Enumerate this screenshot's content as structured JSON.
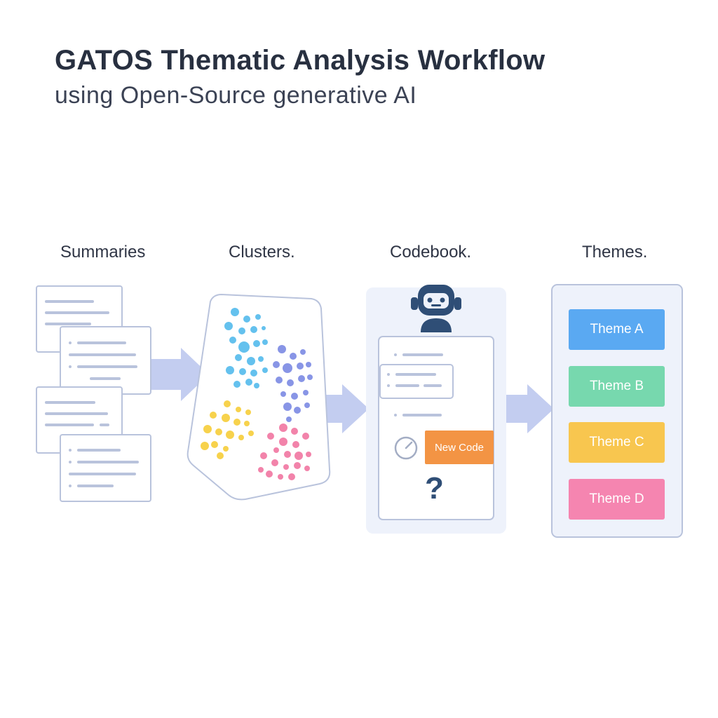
{
  "header": {
    "title": "GATOS Thematic Analysis Workflow",
    "subtitle": "using Open-Source generative AI"
  },
  "stages": [
    {
      "label": "Summaries"
    },
    {
      "label": "Clusters."
    },
    {
      "label": "Codebook."
    },
    {
      "label": "Themes."
    }
  ],
  "codebook": {
    "new_code_label": "New Code",
    "unknown_mark": "?",
    "icons": [
      "robot-headset-icon",
      "clock-icon",
      "question-mark-icon"
    ]
  },
  "themes": [
    {
      "label": "Theme A",
      "color": "#5aa9f2"
    },
    {
      "label": "Theme B",
      "color": "#77d8ae"
    },
    {
      "label": "Theme C",
      "color": "#f8c64f"
    },
    {
      "label": "Theme D",
      "color": "#f585b0"
    }
  ],
  "colors": {
    "arrow": "#c3cdf0",
    "card_border": "#b9c3dc",
    "panel_bg": "#eef2fb",
    "cluster_blue": "#64c1ee",
    "cluster_purple": "#8895e6",
    "cluster_yellow": "#f7d24c",
    "cluster_pink": "#f283aa",
    "new_code": "#f39444"
  }
}
